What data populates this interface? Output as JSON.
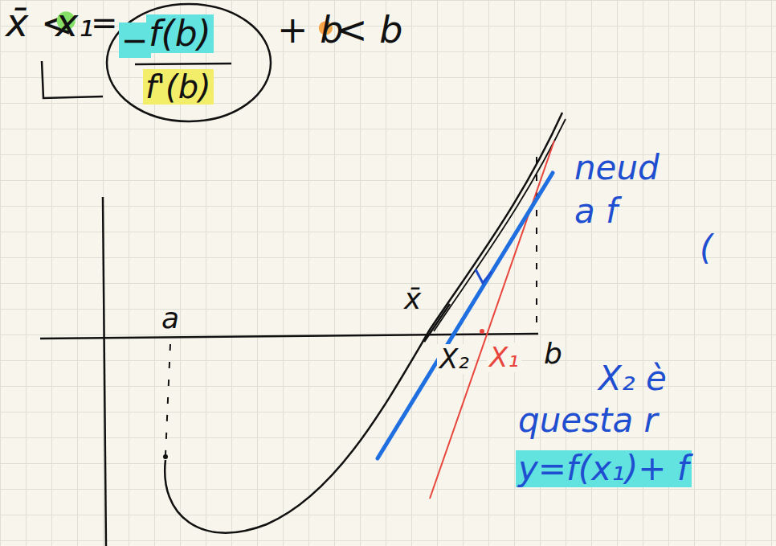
{
  "diagram": {
    "labels": [
      "x̄ <",
      "x₁",
      "=",
      "−",
      "f(b)",
      "f'(b)",
      "+ b",
      "< b",
      "neud",
      "a f",
      "(",
      "a",
      "x̄",
      "X₂",
      "X₁",
      "b",
      "X₂ è",
      "questa r",
      "y=f(x₁)+ f"
    ]
  }
}
